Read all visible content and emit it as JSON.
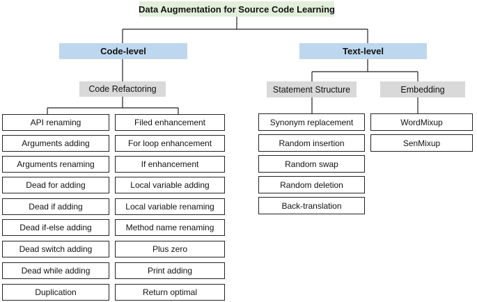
{
  "root": {
    "label": "Data Augmentation for Source Code Learning"
  },
  "code_level": {
    "label": "Code-level",
    "group": {
      "label": "Code Refactoring",
      "left_items": [
        "API renaming",
        "Arguments adding",
        "Arguments renaming",
        "Dead for adding",
        "Dead if adding",
        "Dead if-else adding",
        "Dead switch adding",
        "Dead while adding",
        "Duplication"
      ],
      "right_items": [
        "Filed enhancement",
        "For loop enhancement",
        "If enhancement",
        "Local variable adding",
        "Local variable renaming",
        "Method name renaming",
        "Plus zero",
        "Print adding",
        "Return optimal"
      ]
    }
  },
  "text_level": {
    "label": "Text-level",
    "statement_structure": {
      "label": "Statement Structure",
      "items": [
        "Synonym replacement",
        "Random insertion",
        "Random swap",
        "Random deletion",
        "Back-translation"
      ]
    },
    "embedding": {
      "label": "Embedding",
      "items": [
        "WordMixup",
        "SenMixup"
      ]
    }
  },
  "colors": {
    "root_fill": "#e2efda",
    "level_fill": "#bdd7ee",
    "group_fill": "#d9d9d9",
    "line": "#222222"
  }
}
